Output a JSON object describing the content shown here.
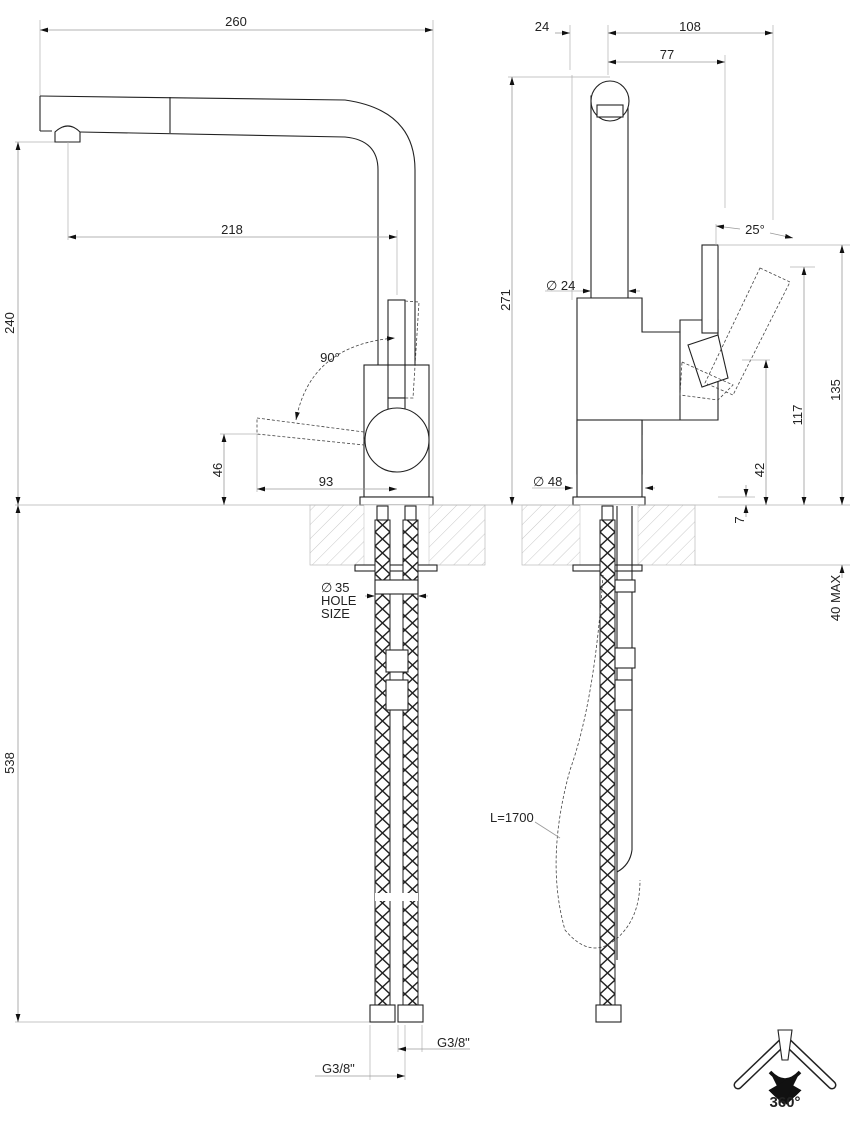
{
  "side_view": {
    "width_total": "260",
    "spout_reach": "218",
    "height_total": "240",
    "lever_angle": "90°",
    "lever_height": "46",
    "lever_reach": "93",
    "hose_length": "538",
    "hole_symbol": "∅",
    "hole_value": "35",
    "hole_label_1": "HOLE",
    "hole_label_2": "SIZE",
    "connection_right": "G3/8\"",
    "connection_left": "G3/8\""
  },
  "front_view": {
    "offset": "24",
    "depth_total": "108",
    "lever_depth": "77",
    "height_total": "271",
    "spout_diameter": "∅ 24",
    "base_diameter": "∅ 48",
    "lever_angle": "25°",
    "lever_top_height": "135",
    "lever_tilt_height": "117",
    "lever_pivot_height": "42",
    "base_height": "7",
    "counter_max": "40 MAX",
    "shower_hose": "L=1700"
  },
  "rotation": {
    "label": "360°"
  },
  "colors": {
    "line": "#222222",
    "dimension": "#9a9a9a"
  }
}
